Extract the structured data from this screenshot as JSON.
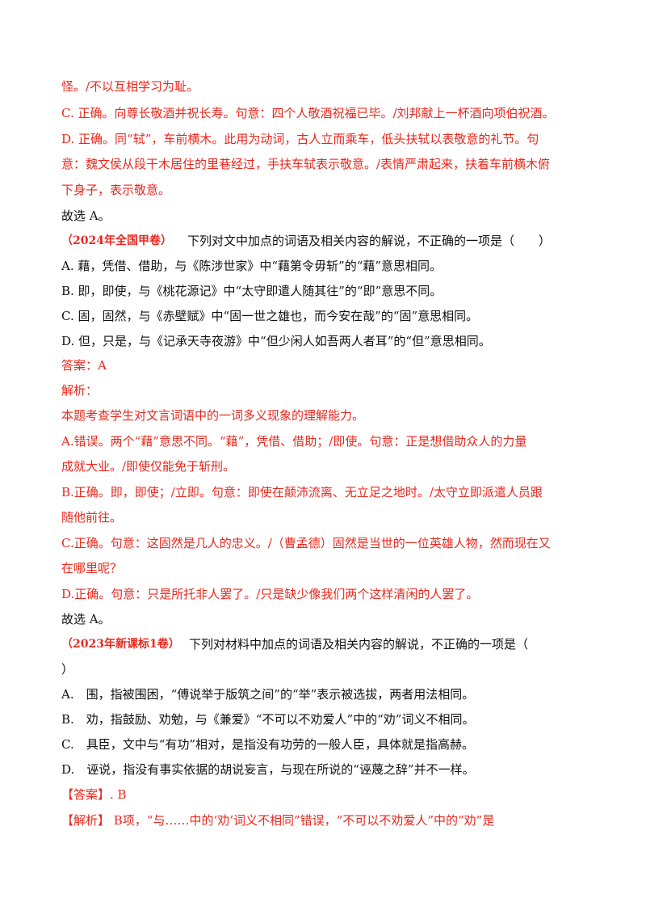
{
  "colors": {
    "answer_red": "#e8281e",
    "text_black": "#111111"
  },
  "lines": [
    "怪。/不以互相学习为耻。",
    "C. 正确。向尊长敬酒并祝长寿。句意：四个人敬酒祝福已毕。/刘邦献上一杯酒向项伯祝酒。",
    "D. 正确。同“轼”，车前横木。此用为动词，古人立而乘车，低头扶轼以表敬意的礼节。句",
    "意：魏文侯从段干木居住的里巷经过，手扶车轼表示敬意。/表情严肃起来，扶着车前横木俯",
    "下身子，表示敬意。",
    "故选 A。",
    "（2024年全国甲卷）",
    "下列对文中加点的词语及相关内容的解说，不正确的一项是（　　）",
    "A. 藉，凭借、借助，与《陈涉世家》中“藉第令毋斩”的“藉”意思相同。",
    "B. 即，即使，与《桃花源记》中“太守即遣人随其往”的“即”意思不同。",
    "C. 固，固然，与《赤壁赋》中“固一世之雄也，而今安在哉”的“固”意思相同。",
    "D. 但，只是，与《记承天寺夜游》中“但少闲人如吾两人者耳”的“但”意思相同。",
    "答案：A",
    "解析：",
    "本题考查学生对文言词语中的一词多义现象的理解能力。",
    "A.错误。两个“藉”意思不同。“藉”，凭借、借助；/即使。句意：正是想借助众人的力量",
    "成就大业。/即使仅能免于斩刑。",
    "B.正确。即，即使；/立即。句意：即使在颠沛流离、无立足之地时。/太守立即派遣人员跟",
    "随他前往。",
    "C.正确。句意：这固然是几人的忠义。/（曹孟德）固然是当世的一位英雄人物，然而现在又",
    "在哪里呢？",
    "D.正确。句意：只是所托非人罢了。/只是缺少像我们两个这样清闲的人罢了。",
    "故选 A。",
    "（2023年新课标1卷）",
    "下列对材料中加点的词语及相关内容的解说，不正确的一项是（",
    "）",
    "A.　围，指被围困，“傅说举于版筑之间”的“举”表示被选拔，两者用法相同。",
    "B.　劝，指鼓励、劝勉，与《兼爱》“不可以不劝爱人”中的“劝”词义不相同。",
    "C.　具臣，文中与“有功”相对，是指没有功劳的一般人臣，具体就是指高赫。",
    "D.　诬说，指没有事实依据的胡说妄言，与现在所说的“诬蔑之辞”并不一样。",
    "【答案】. B",
    "【解析】 B项，“与……中的‘劝’词义不相同”错误，“不可以不劝爱人”中的“劝”是"
  ]
}
